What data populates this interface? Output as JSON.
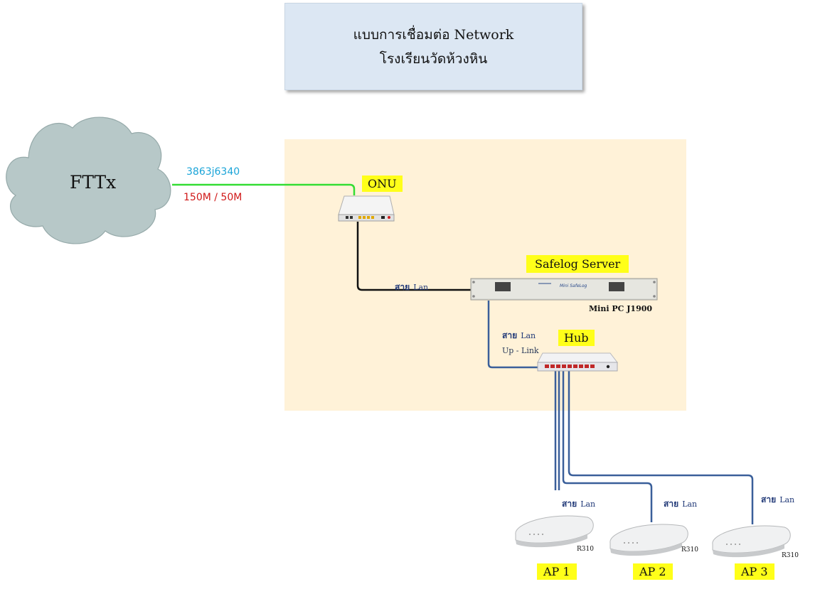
{
  "title": {
    "line1": "แบบการเชื่อมต่อ Network",
    "line2": "โรงเรียนวัดห้วงหิน"
  },
  "cloud": {
    "label": "FTTx"
  },
  "uplink": {
    "circuit_id": "3863j6340",
    "speed": "150M / 50M"
  },
  "devices": {
    "onu": {
      "label": "ONU"
    },
    "server": {
      "label": "Safelog Server",
      "model": "Mini PC J1900",
      "brand": "Mini SafeLog"
    },
    "hub": {
      "label": "Hub"
    }
  },
  "cables": {
    "onu_server": {
      "thai": "สาย",
      "lan": "Lan"
    },
    "server_hub": {
      "thai": "สาย",
      "lan": "Lan",
      "note": "Up - Link"
    },
    "ap1": {
      "thai": "สาย",
      "lan": "Lan"
    },
    "ap2": {
      "thai": "สาย",
      "lan": "Lan"
    },
    "ap3": {
      "thai": "สาย",
      "lan": "Lan"
    }
  },
  "access_points": [
    {
      "label": "AP 1",
      "model": "R310"
    },
    {
      "label": "AP 2",
      "model": "R310"
    },
    {
      "label": "AP 3",
      "model": "R310"
    }
  ],
  "colors": {
    "zone": "#fff2d8",
    "title_bg": "#dce7f3",
    "tag": "#ffff19",
    "fiber": "#33dd33",
    "lan_black": "#111111",
    "lan_blue": "#3a5f9a",
    "cloud": "#b7c8c8",
    "circuit_text": "#1aa4d8",
    "speed_text": "#d01818"
  }
}
